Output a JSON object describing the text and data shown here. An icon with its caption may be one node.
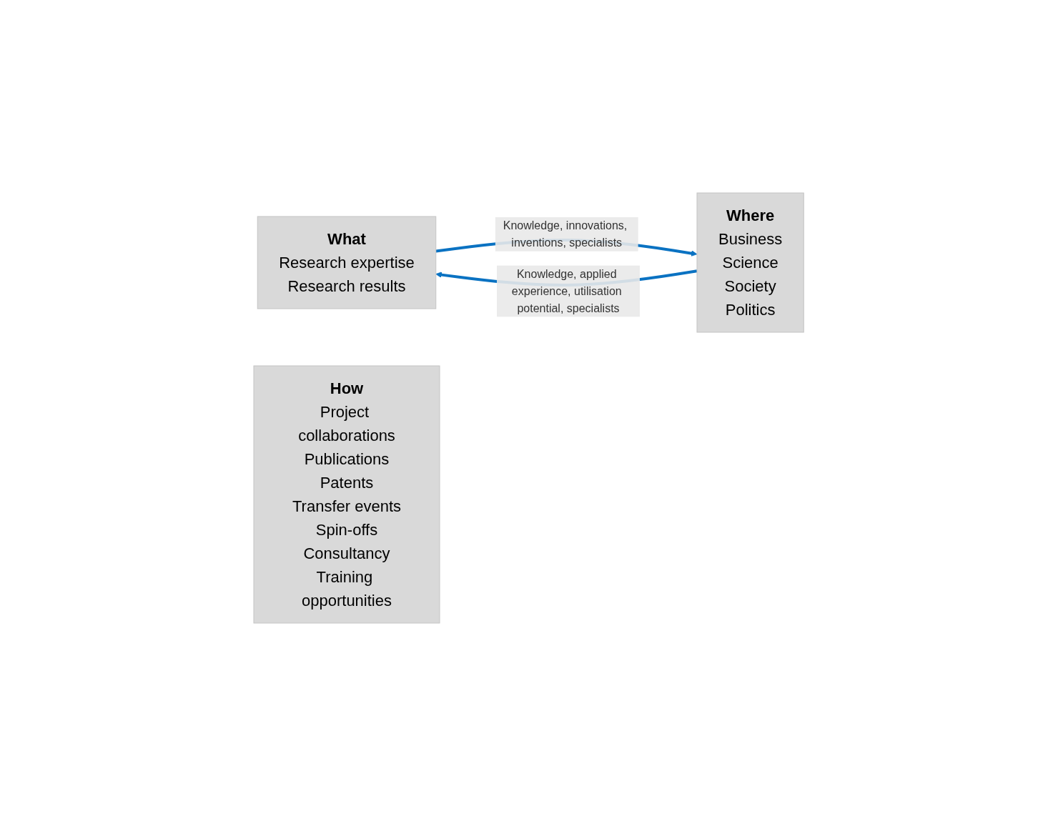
{
  "diagram": {
    "nodes": [
      {
        "text": [
          "What",
          "Research expertise",
          "Research results"
        ]
      },
      {
        "text": [
          "How",
          "Project collaborations",
          "Publications",
          "Patents",
          "Transfer events",
          "Spin-offs",
          "Consultancy",
          "Training opportunities"
        ]
      },
      {
        "text": [
          "Where",
          "Business",
          "Science",
          "Society",
          "Politics"
        ]
      }
    ],
    "edges": [
      {
        "from": 2,
        "to": 0,
        "arrow": "to",
        "label": "Knowledge, applied experience, utilisation potential, specialists"
      },
      {
        "from": 0,
        "to": 2,
        "arrow": "to",
        "label": "Knowledge, innovations, inventions, specialists"
      }
    ]
  }
}
